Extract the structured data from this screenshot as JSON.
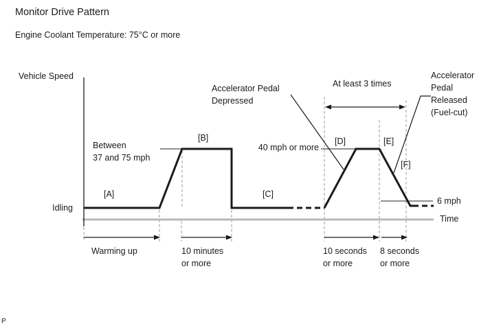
{
  "page": {
    "title": "Monitor Drive Pattern",
    "subtitle": "Engine Coolant Temperature: 75°C or more",
    "footer_fragment": "P"
  },
  "axes": {
    "y_label": "Vehicle Speed",
    "x_label": "Time"
  },
  "levels": {
    "idling": "Idling",
    "speed_range": "Between\n37 and 75 mph",
    "forty_mph": "40 mph or more",
    "six_mph": "6 mph"
  },
  "segments": {
    "a": "[A]",
    "b": "[B]",
    "c": "[C]",
    "d": "[D]",
    "e": "[E]",
    "f": "[F]"
  },
  "annotations": {
    "accel_depressed": "Accelerator Pedal\nDepressed",
    "at_least_3_times": "At least 3 times",
    "accel_released": "Accelerator\nPedal\nReleased\n(Fuel-cut)"
  },
  "durations": {
    "warming_up": "Warming up",
    "ten_minutes": "10 minutes\nor more",
    "ten_seconds": "10 seconds\nor more",
    "eight_seconds": "8 seconds\nor more"
  },
  "colors": {
    "waveform": "#1a1a1a",
    "reference_line": "#4d4d4d",
    "guide_dash": "#9b9b9b",
    "time_axis": "#b8b8b8",
    "arrow": "#1a1a1a"
  }
}
